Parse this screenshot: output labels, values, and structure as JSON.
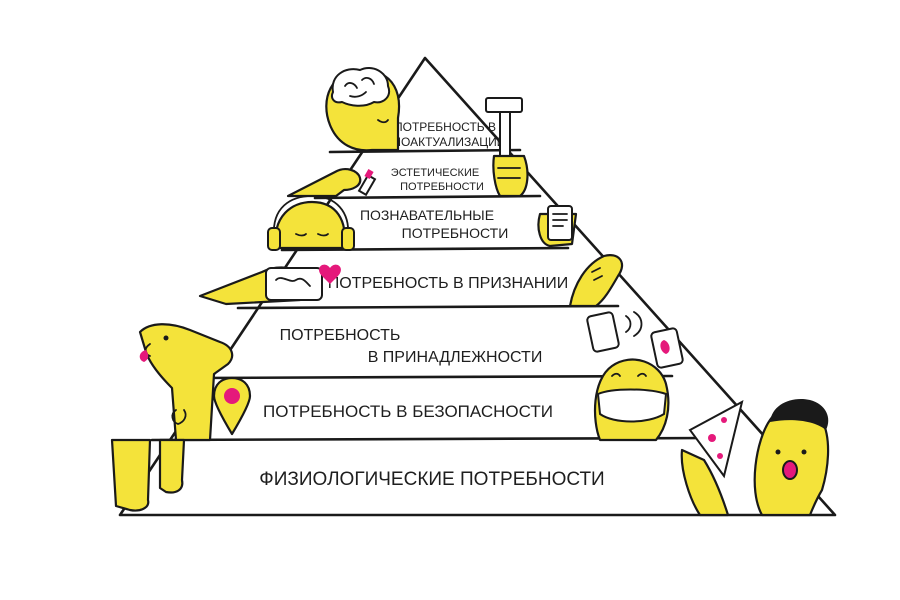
{
  "pyramid": {
    "levels": [
      {
        "lines": [
          "ПОТРЕБНОСТЬ В",
          "САМОАКТУАЛИЗАЦИИ"
        ]
      },
      {
        "lines": [
          "ЭСТЕТИЧЕСКИЕ",
          "ПОТРЕБНОСТИ"
        ]
      },
      {
        "lines": [
          "ПОЗНАВАТЕЛЬНЫЕ",
          "ПОТРЕБНОСТИ"
        ]
      },
      {
        "lines": [
          "ПОТРЕБНОСТЬ В ПРИЗНАНИИ"
        ]
      },
      {
        "lines": [
          "ПОТРЕБНОСТЬ",
          "В ПРИНАДЛЕЖНОСТИ"
        ]
      },
      {
        "lines": [
          "ПОТРЕБНОСТЬ В БЕЗОПАСНОСТИ"
        ]
      },
      {
        "lines": [
          "ФИЗИОЛОГИЧЕСКИЕ ПОТРЕБНОСТИ"
        ]
      }
    ]
  },
  "colors": {
    "accent_yellow": "#f4e33a",
    "accent_pink": "#e5197b",
    "outline": "#1a1a1a",
    "background": "#ffffff"
  },
  "icons": [
    "brain-head-icon",
    "hammer-icon",
    "lipstick-icon",
    "headphones-head-icon",
    "tablet-icon",
    "phone-like-icon",
    "heart-icon",
    "dog-icon",
    "smartphone-icon",
    "face-mask-icon",
    "location-pin-icon",
    "pizza-slice-icon",
    "hungry-person-icon"
  ]
}
